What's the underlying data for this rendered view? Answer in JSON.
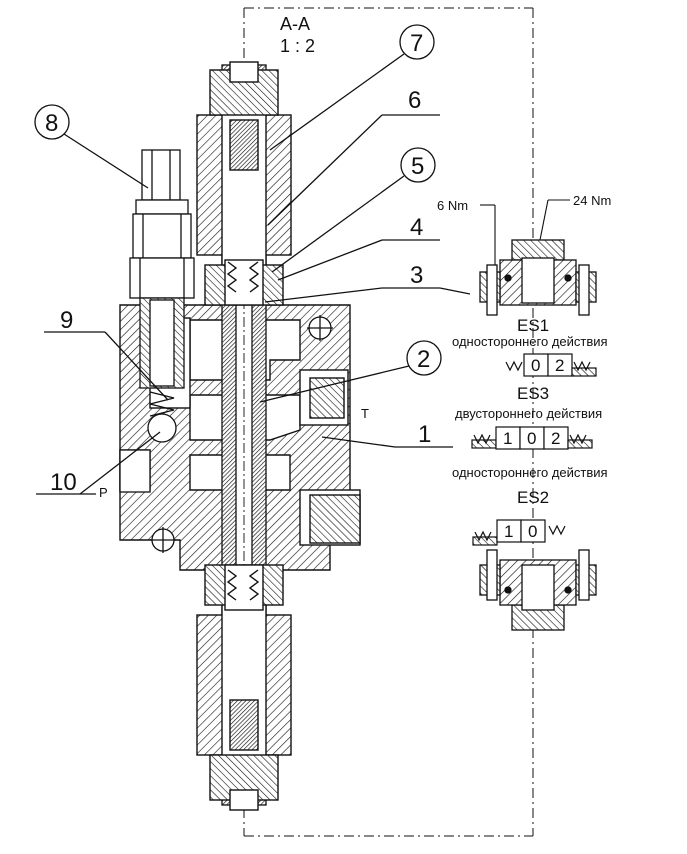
{
  "section": {
    "name": "A-A",
    "scale": "1 : 2"
  },
  "callouts": [
    "1",
    "2",
    "3",
    "4",
    "5",
    "6",
    "7",
    "8",
    "9",
    "10"
  ],
  "ports": {
    "p": "P",
    "t": "T"
  },
  "torques": {
    "small": "6 Nm",
    "large": "24 Nm"
  },
  "variants": [
    {
      "code": "ES1",
      "caption": "одностороннего действия",
      "cells": [
        "0",
        "2"
      ]
    },
    {
      "code": "ES3",
      "caption": "двустороннего действия",
      "cells": [
        "1",
        "0",
        "2"
      ]
    },
    {
      "code": "ES2",
      "caption": "одностороннего действия",
      "cells": [
        "1",
        "0"
      ]
    }
  ],
  "colors": {
    "line": "#111111",
    "hatch": "#111111",
    "background": "#ffffff"
  }
}
